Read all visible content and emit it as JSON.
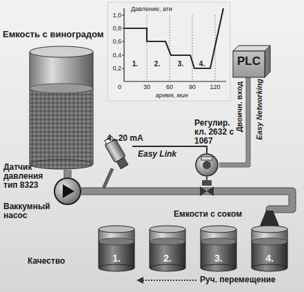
{
  "diagram": {
    "nodes": [
      {
        "text": [
          "Емкость с виноградом"
        ]
      },
      {
        "text": [
          "Датчик давления тип 8323"
        ]
      },
      {
        "text": [
          "Ваккумный насос"
        ]
      },
      {
        "text": [
          "Регулир. кл. 2632 с 1067"
        ]
      },
      {
        "text": [
          "PLC"
        ]
      },
      {
        "text": [
          "1."
        ]
      },
      {
        "text": [
          "2."
        ]
      },
      {
        "text": [
          "3."
        ]
      },
      {
        "text": [
          "4."
        ]
      }
    ],
    "edges": [
      {
        "from": 0,
        "to": 2,
        "arrow": "none"
      },
      {
        "from": 2,
        "to": 8,
        "arrow": "none"
      },
      {
        "from": 1,
        "to": 3,
        "label": "4...20 mA",
        "arrow": "none"
      },
      {
        "from": 4,
        "to": 3,
        "label": "Двоичн. вход",
        "arrow": "none"
      }
    ],
    "labels": [
      "Давление, ати",
      "1,0",
      "0,8",
      "0,6",
      "0,4",
      "0,2",
      "0",
      "30",
      "60",
      "90",
      "120",
      "время, мин",
      "1.",
      "2.",
      "3.",
      "4.",
      "Easy Link",
      "Easy Networking",
      "Емкости с соком",
      "Качество",
      "Руч. перемещение"
    ]
  }
}
